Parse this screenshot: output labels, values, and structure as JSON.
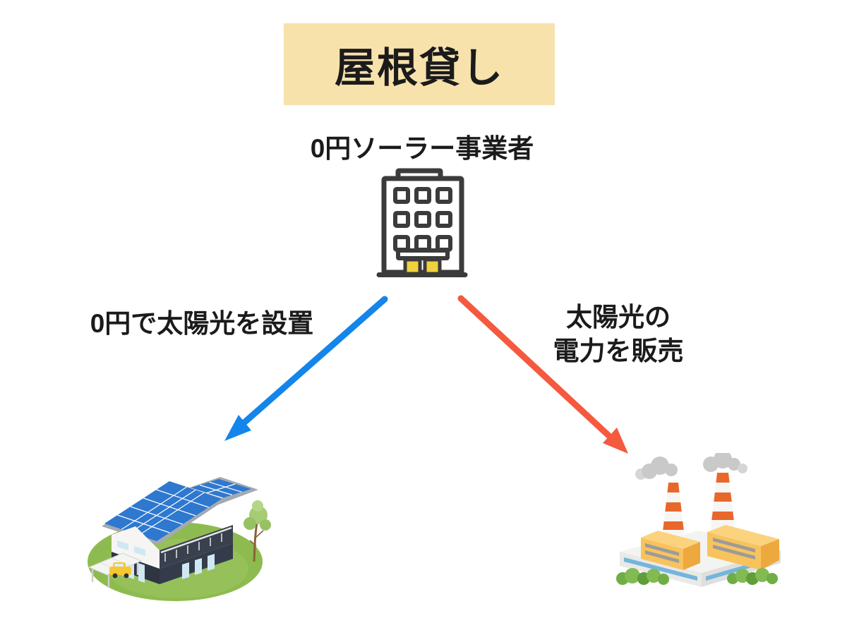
{
  "diagram": {
    "title": "屋根貸し",
    "operator": {
      "label": "0円ソーラー事業者",
      "icon": "office-building-icon"
    },
    "flows": {
      "left": {
        "label": "0円で太陽光を設置",
        "arrow_direction": "down-left",
        "target": "house-with-solar-panels"
      },
      "right": {
        "label_line1": "太陽光の",
        "label_line2": "電力を販売",
        "arrow_direction": "down-right",
        "target": "factory"
      }
    }
  },
  "colors": {
    "background": "#ffffff",
    "title_bg": "#f8e2ac",
    "text": "#1b1b1b",
    "arrow_blue": "#1485eb",
    "arrow_red": "#f5593e",
    "building_outline": "#3b3b3b",
    "building_door_yellow": "#f0d23f",
    "solar_panel_blue": "#2e78cf",
    "house_navy": "#333b49",
    "lawn_green": "#8ebb4f",
    "chimney_orange": "#e8682c",
    "factory_yellow": "#f8c35c",
    "bush_green": "#6fae44"
  }
}
